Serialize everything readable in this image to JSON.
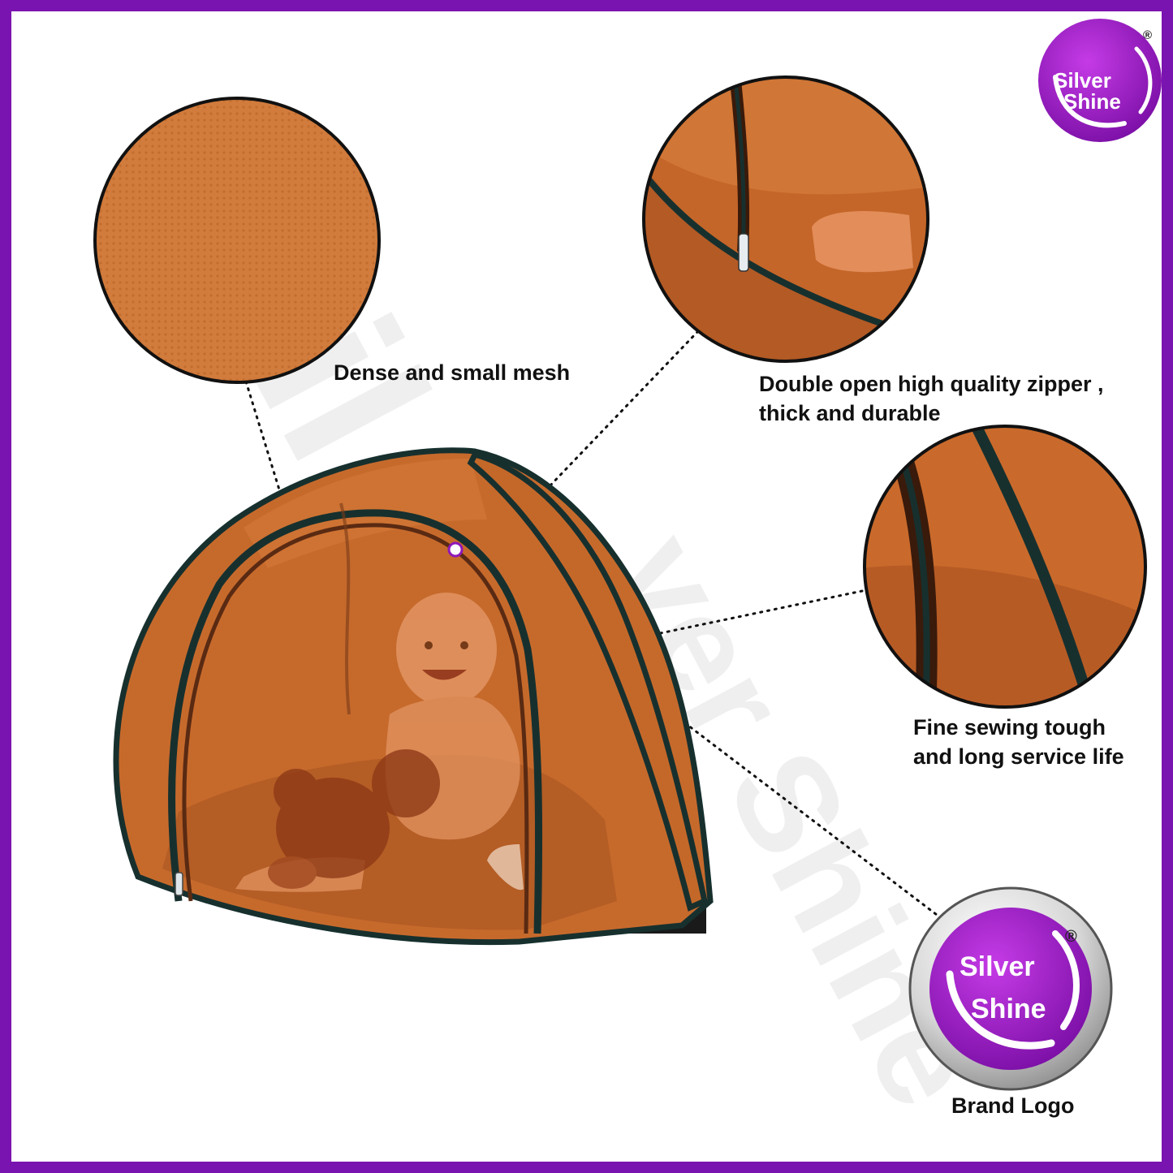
{
  "brand": {
    "name_line1": "Silver",
    "name_line2": "Shine",
    "registered_mark": "®",
    "primary_color": "#8e17b8",
    "border_color": "#7a14b0"
  },
  "product": {
    "tent_color": "#c66a2c",
    "trim_color": "#17302e"
  },
  "callouts": [
    {
      "label": "Dense and small mesh"
    },
    {
      "label_line1": "Double open high quality zipper ,",
      "label_line2": "thick and durable"
    },
    {
      "label_line1": "Fine sewing tough",
      "label_line2": "and long service life"
    },
    {
      "label": "Brand Logo"
    }
  ],
  "icons": [
    "logo-badge",
    "mesh-detail",
    "zipper-detail",
    "seam-detail",
    "brand-logo-badge"
  ]
}
